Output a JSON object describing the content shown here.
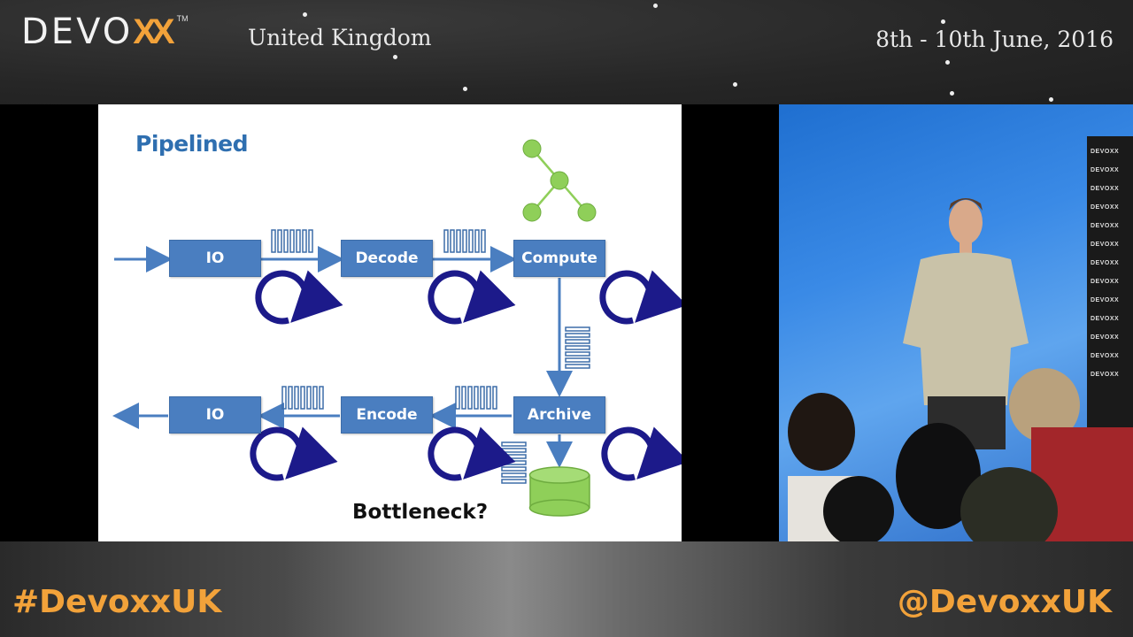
{
  "header": {
    "logo_word": "DEVO",
    "logo_xx": "XX",
    "logo_tm": "TM",
    "location": "United Kingdom",
    "dates": "8th - 10th June, 2016"
  },
  "slide": {
    "title": "Pipelined",
    "stages": {
      "io_in": "IO",
      "decode": "Decode",
      "compute": "Compute",
      "archive": "Archive",
      "encode": "Encode",
      "io_out": "IO"
    },
    "bottleneck": "Bottleneck?"
  },
  "camera": {
    "backdrop_text": "DEVOXX"
  },
  "footer": {
    "hashtag": "#DevoxxUK",
    "handle": "@DevoxxUK"
  },
  "colors": {
    "accent": "#f2a23a",
    "stage_blue": "#4a7ec0",
    "arrow_blue": "#3d6da9",
    "cycle_navy": "#1c1a8a",
    "node_green": "#8fcf59",
    "title_blue": "#2f6fb0"
  }
}
